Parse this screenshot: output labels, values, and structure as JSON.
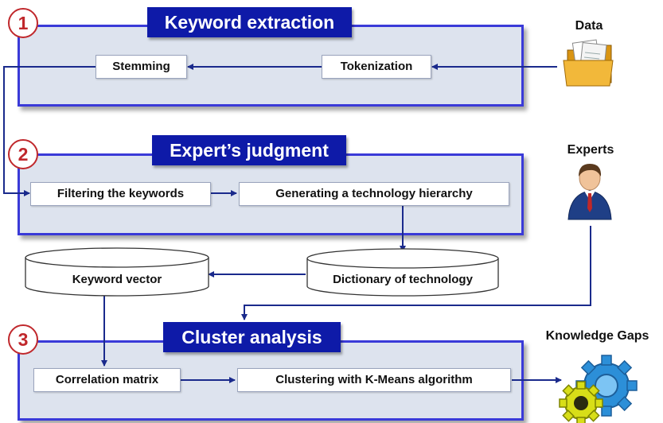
{
  "stages": [
    {
      "number": "1",
      "title": "Keyword extraction"
    },
    {
      "number": "2",
      "title": "Expert’s judgment"
    },
    {
      "number": "3",
      "title": "Cluster analysis"
    }
  ],
  "steps": {
    "stemming": "Stemming",
    "tokenization": "Tokenization",
    "filtering": "Filtering the keywords",
    "hierarchy": "Generating a technology hierarchy",
    "correlation": "Correlation matrix",
    "clustering": "Clustering with K-Means algorithm"
  },
  "databases": {
    "keyword_vector": "Keyword vector",
    "dictionary": "Dictionary of technology"
  },
  "side": {
    "data": "Data",
    "experts": "Experts",
    "knowledge_gaps": "Knowledge Gaps"
  },
  "icons": {
    "data": "folder-documents-icon",
    "experts": "person-icon",
    "knowledge_gaps": "gears-icon"
  },
  "colors": {
    "banner": "#0e1aa8",
    "stage_border": "#3a3ad8",
    "stage_fill": "#dde3ee",
    "number": "#c0282c",
    "arrow": "#1a2a8c"
  }
}
